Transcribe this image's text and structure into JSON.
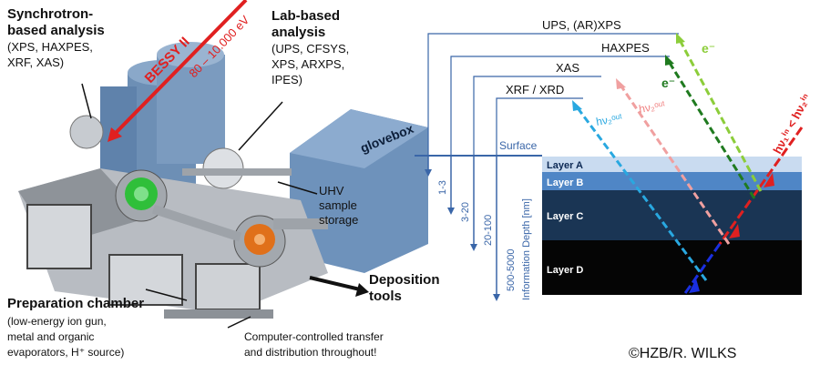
{
  "left_panel": {
    "synchrotron": {
      "title_lines": [
        "Synchrotron-",
        "based analysis"
      ],
      "methods_lines": [
        "(XPS, HAXPES,",
        "XRF, XAS)"
      ]
    },
    "bessy": {
      "name": "BESSY II",
      "energy": "80 – 10.000 eV"
    },
    "lab": {
      "title_lines": [
        "Lab-based",
        "analysis"
      ],
      "methods_lines": [
        "(UPS, CFSYS,",
        "XPS, ARXPS,",
        "IPES)"
      ]
    },
    "glovebox": "glovebox",
    "uhv_lines": [
      "UHV",
      "sample",
      "storage"
    ],
    "deposition_lines": [
      "Deposition",
      "tools"
    ],
    "preparation": {
      "title": "Preparation chamber",
      "detail_lines": [
        "(low-energy  ion gun,",
        "metal and organic",
        "evaporators,  H⁺ source)"
      ]
    },
    "transfer_lines": [
      "Computer-controlled  transfer",
      "and distribution throughout!"
    ]
  },
  "right_panel": {
    "techniques": [
      "UPS, (AR)XPS",
      "HAXPES",
      "XAS",
      "XRF / XRD"
    ],
    "surface_label": "Surface",
    "depths": [
      "1-3",
      "3-20",
      "20-100",
      "500-5000"
    ],
    "depth_axis_label": "Information Depth [nm]",
    "layers": [
      "Layer A",
      "Layer B",
      "Layer C",
      "Layer D"
    ],
    "arrow_labels": {
      "electron_1": "e⁻",
      "electron_2": "e⁻",
      "photon_out_1": "hν₂ᵒᵘᵗ",
      "photon_out_2": "hν₂ᵒᵘᵗ",
      "photon_in": "hν₁ⁱⁿ < hν₂ⁱⁿ"
    },
    "colors": {
      "layer_a": "#c9dbf0",
      "layer_b": "#4f86c6",
      "layer_c": "#1a3554",
      "layer_d": "#050505",
      "incoming": "#e02020",
      "incoming_blue": "#1a2fe0",
      "electron_light": "#8ccd3a",
      "electron_dark": "#1f7a1f",
      "photon_pink": "#f0a0a0",
      "photon_blue": "#29a8e0",
      "axis": "#3a66a8"
    }
  },
  "copyright": "©HZB/R. WILKS"
}
